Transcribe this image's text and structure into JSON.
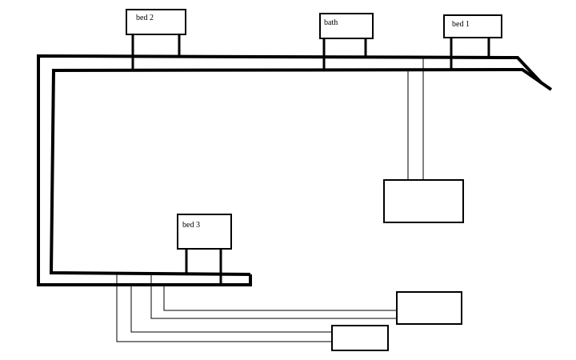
{
  "rooms": {
    "bed2": "bed 2",
    "bath": "bath",
    "bed1": "bed 1",
    "bed3": "bed 3"
  },
  "colors": {
    "line": "#000000",
    "background": "#ffffff"
  }
}
